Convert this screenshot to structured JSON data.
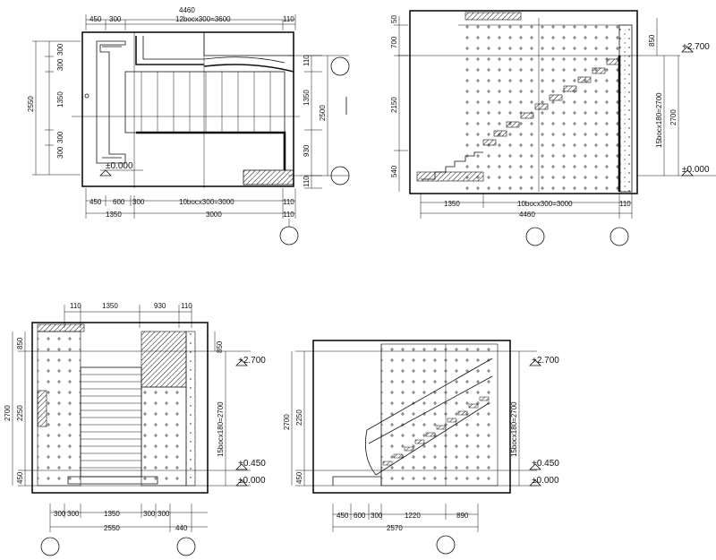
{
  "plan": {
    "top_overall": "4460",
    "top_segments": [
      "450",
      "300",
      "12bocx300=3600",
      "110"
    ],
    "left_overall": "2550",
    "left_segments": [
      "300",
      "300",
      "1350",
      "300",
      "300"
    ],
    "right_overall": "2500",
    "right_segments": [
      "110",
      "1350",
      "930",
      "110"
    ],
    "bottom_row1": [
      "450",
      "600",
      "300",
      "10bocx300=3000",
      "110"
    ],
    "bottom_row2": [
      "1350",
      "3000",
      "110"
    ],
    "level": "±0.000"
  },
  "section_a": {
    "left_segments": [
      "50",
      "700",
      "2150",
      "540"
    ],
    "right_overall": "2700",
    "right_stair": "15bocx180=2700",
    "right_segments": [
      "850"
    ],
    "bottom_row1": [
      "1350",
      "10bocx300=3000",
      "110"
    ],
    "bottom_overall": "4460",
    "level_top": "+2.700",
    "level_bottom": "±0.000"
  },
  "section_b": {
    "top_segments": [
      "110",
      "1350",
      "930",
      "110"
    ],
    "left_overall": "2700",
    "left_segments": [
      "850",
      "2250",
      "450"
    ],
    "right_segments": [
      "850"
    ],
    "right_stair": "15bocx180=2700",
    "bottom_row1": [
      "300",
      "300",
      "1350",
      "300",
      "300"
    ],
    "bottom_row2": [
      "2550",
      "440"
    ],
    "level_top": "+2.700",
    "level_mid": "+0.450",
    "level_bottom": "±0.000"
  },
  "section_c": {
    "left_overall": "2700",
    "left_segments": [
      "2250",
      "450"
    ],
    "right_stair": "15bocx180=2700",
    "bottom_row1": [
      "450",
      "600",
      "300",
      "1220",
      "890"
    ],
    "bottom_overall": "2570",
    "level_top": "+2.700",
    "level_mid": "+0.450",
    "level_bottom": "±0.000"
  }
}
